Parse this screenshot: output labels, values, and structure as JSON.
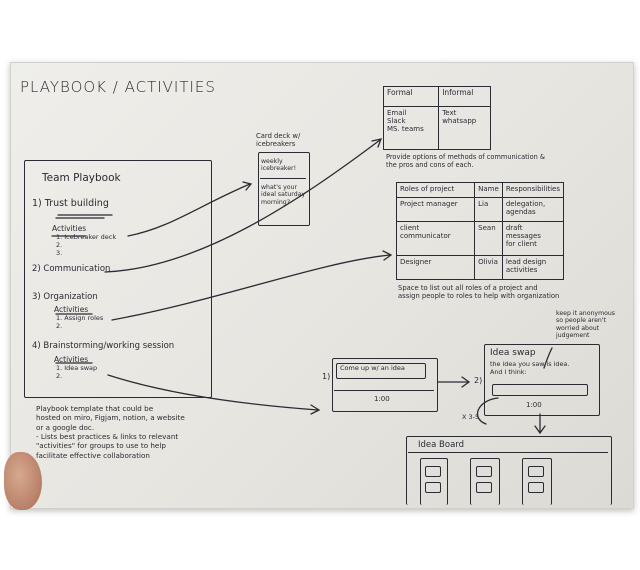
{
  "page_title": "PLAYBOOK / ACTIVITIES",
  "team_playbook": {
    "title": "Team Playbook",
    "items": [
      {
        "label": "1) Trust building",
        "sub_label": "Activities",
        "sub_items": "1. Icebreaker deck\n2.\n3."
      },
      {
        "label": "2) Communication"
      },
      {
        "label": "3) Organization",
        "sub_label": "Activities",
        "sub_items": "1. Assign roles\n2."
      },
      {
        "label": "4) Brainstorming/working session",
        "sub_label": "Activities",
        "sub_items": "1. Idea swap\n2."
      }
    ]
  },
  "playbook_note": "Playbook template that could be\nhosted on miro, Figjam, notion, a website\nor a google doc.\n- Lists best practices & links to relevant\n\"activities\" for groups to use to help\nfacilitate effective collaboration",
  "card_deck": {
    "label": "Card deck w/\nicebreakers",
    "card_title": "weekly\nicebreaker!",
    "card_body": "what's your\nideal saturday\nmorning?"
  },
  "comm_table": {
    "headers": [
      "Formal",
      "Informal"
    ],
    "cells": [
      "Email\nSlack\nMS. teams",
      "Text\nwhatsapp"
    ],
    "caption": "Provide options of methods of communication &\nthe pros and cons of each."
  },
  "roles_table": {
    "headers": [
      "Roles of project",
      "Name",
      "Responsibilities"
    ],
    "rows": [
      [
        "Project manager",
        "Lia",
        "delegation,\nagendas"
      ],
      [
        "client communicator",
        "Sean",
        "draft\nmessages\nfor client"
      ],
      [
        "Designer",
        "Olivia",
        "lead design\nactivities"
      ]
    ],
    "caption": "Space to list out all roles of a project and\nassign people to roles to help with organization"
  },
  "idea_swap": {
    "step1_label": "1)",
    "step1_prompt": "Come up w/ an idea",
    "step1_timer": "1:00",
    "step2_label": "2)",
    "step2_title": "Idea swap",
    "step2_body": "the idea you saw is idea.\nAnd I think:",
    "step2_timer": "1:00",
    "repeat": "X 3-5",
    "note": "keep it anonymous\nso people aren't\nworried about\njudgement"
  },
  "idea_board": {
    "title": "Idea Board"
  }
}
